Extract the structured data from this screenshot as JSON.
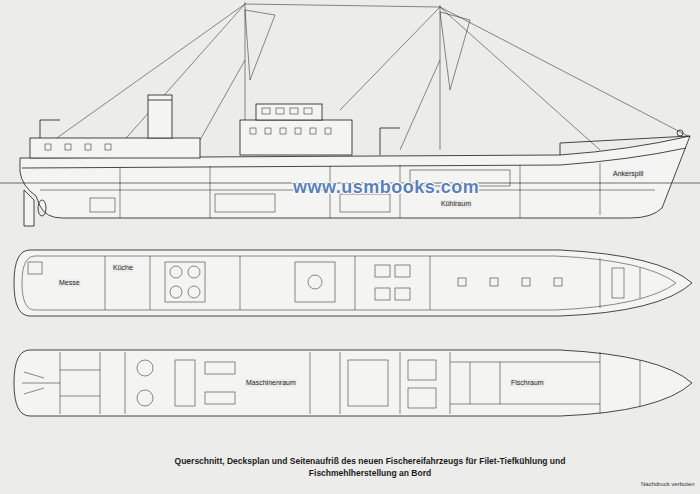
{
  "diagram": {
    "caption": "Querschnitt, Decksplan und Seitenaufriß des neuen Fischereifahrzeugs für Filet-Tiefkühlung und Fischmehlherstellung an Bord",
    "labels": [
      "www.usmbooks.com",
      "Nachdruck verboten",
      "Messe",
      "Küche",
      "Maschinenraum",
      "Fischraum",
      "Kühlraum",
      "Ankerspill"
    ]
  }
}
